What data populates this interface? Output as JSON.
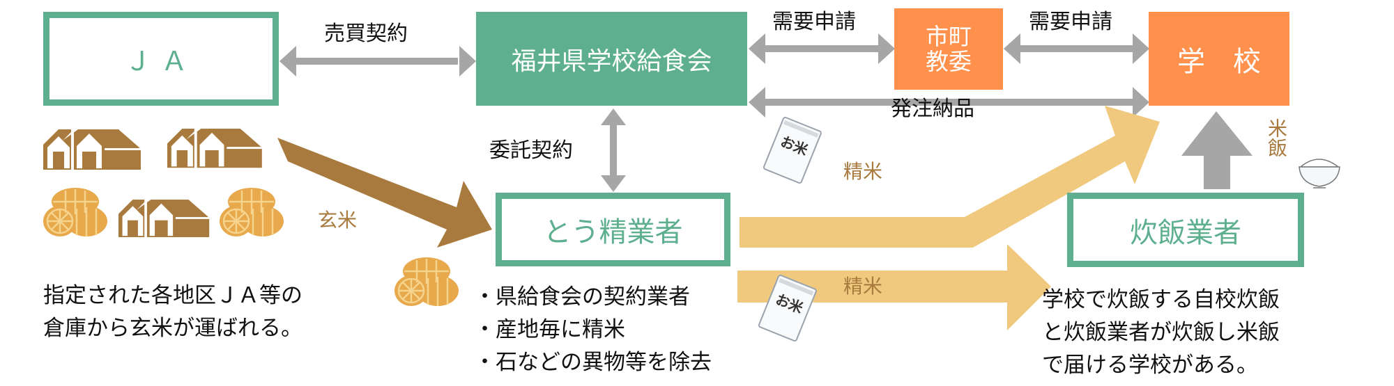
{
  "nodes": {
    "ja": {
      "label": "ＪＡ"
    },
    "kyushokukai": {
      "label": "福井県学校給食会"
    },
    "shicho_kyoi": {
      "line1": "市町",
      "line2": "教委"
    },
    "gakko": {
      "label": "学　校"
    },
    "toseigyosha": {
      "label": "とう精業者"
    },
    "suihan_gyosha": {
      "label": "炊飯業者"
    }
  },
  "edges": {
    "baibai_keiyaku": "売買契約",
    "juyo_shinsei_1": "需要申請",
    "juyo_shinsei_2": "需要申請",
    "hachu_nohin": "発注納品",
    "itaku_keiyaku": "委託契約",
    "genmai": "玄米",
    "seimai_upper": "精米",
    "seimai_lower": "精米",
    "beihan": "米飯"
  },
  "descriptions": {
    "ja_note": [
      "指定された各地区ＪＡ等の",
      "倉庫から玄米が運ばれる。"
    ],
    "toseigyosha_notes": [
      "・県給食会の契約業者",
      "・産地毎に精米",
      "・石などの異物等を除去"
    ],
    "suihan_note": [
      "学校で炊飯する自校炊飯",
      "と炊飯業者が炊飯し米飯",
      "で届ける学校がある。"
    ]
  },
  "icons": {
    "warehouse": "warehouse-icon",
    "rice_bale": "rice-bale-icon",
    "rice_bag": "rice-bag-icon",
    "rice_bag_text": "お米",
    "rice_bowl": "rice-bowl-icon"
  },
  "colors": {
    "green": "#5DAF8F",
    "orange": "#FF914D",
    "gray_arrow": "#A6A6A6",
    "brown": "#A97A3E",
    "yellow_arrow": "#F0C97F",
    "rice_bale": "#E7A94C"
  }
}
